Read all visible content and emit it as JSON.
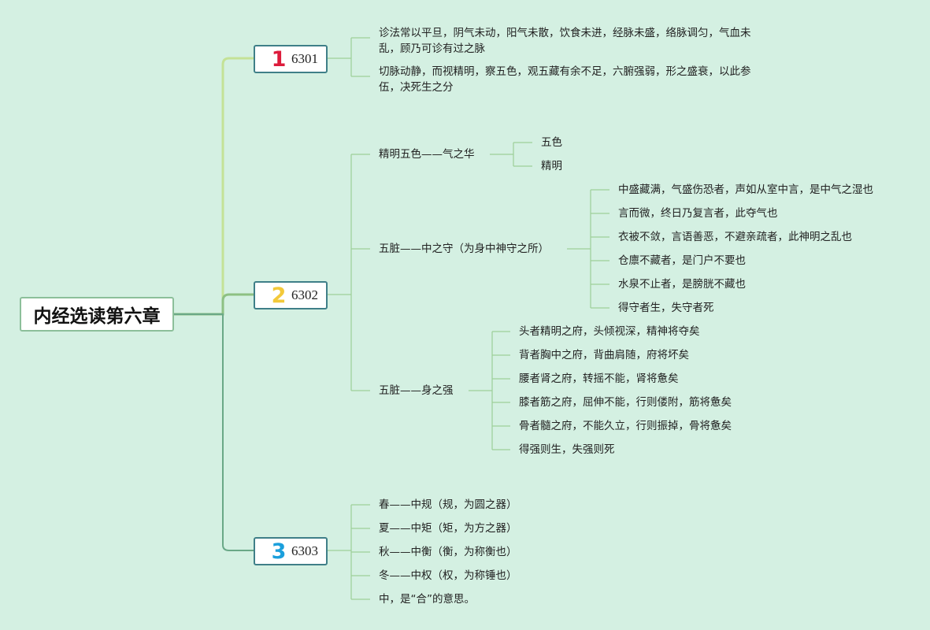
{
  "root": {
    "title": "内经选读第六章"
  },
  "chapters": [
    {
      "number": "1",
      "number_color": "#dd1c3c",
      "code": "6301"
    },
    {
      "number": "2",
      "number_color": "#f3c93a",
      "code": "6302"
    },
    {
      "number": "3",
      "number_color": "#1b9fdc",
      "code": "6303"
    }
  ],
  "c1": {
    "items": [
      "诊法常以平旦，阴气未动，阳气未散，饮食未进，经脉未盛，络脉调匀，气血未乱，顾乃可诊有过之脉",
      "切脉动静，而视精明，察五色，观五藏有余不足，六腑强弱，形之盛衰，以此参伍，决死生之分"
    ]
  },
  "c2": {
    "jm": {
      "label": "精明五色——气之华",
      "children": [
        "五色",
        "精明"
      ]
    },
    "wz1": {
      "label": "五脏——中之守（为身中神守之所）",
      "children": [
        "中盛藏满，气盛伤恐者，声如从室中言，是中气之湿也",
        "言而微，终日乃复言者，此夺气也",
        "衣被不敛，言语善恶，不避亲疏者，此神明之乱也",
        "仓廪不藏者，是门户不要也",
        "水泉不止者，是膀胱不藏也",
        "得守者生，失守者死"
      ]
    },
    "wz2": {
      "label": "五脏——身之强",
      "children": [
        "头者精明之府，头倾视深，精神将夺矣",
        "背者胸中之府，背曲肩随，府将坏矣",
        "腰者肾之府，转摇不能，肾将惫矣",
        "膝者筋之府，屈伸不能，行则偻附，筋将惫矣",
        "骨者髓之府，不能久立，行则振掉，骨将惫矣",
        "得强则生，失强则死"
      ]
    }
  },
  "c3": {
    "items": [
      "春——中规（规，为圆之器）",
      "夏——中矩（矩，为方之器）",
      "秋——中衡（衡，为称衡也）",
      "冬——中权（权，为称锤也）",
      "中，是“合”的意思。"
    ]
  },
  "colors": {
    "background": "#d4f0e2",
    "branch1": "#c4e296",
    "branch2": "#8dc083",
    "branch3": "#6aa887",
    "leaf_line": "#9dcf98"
  }
}
